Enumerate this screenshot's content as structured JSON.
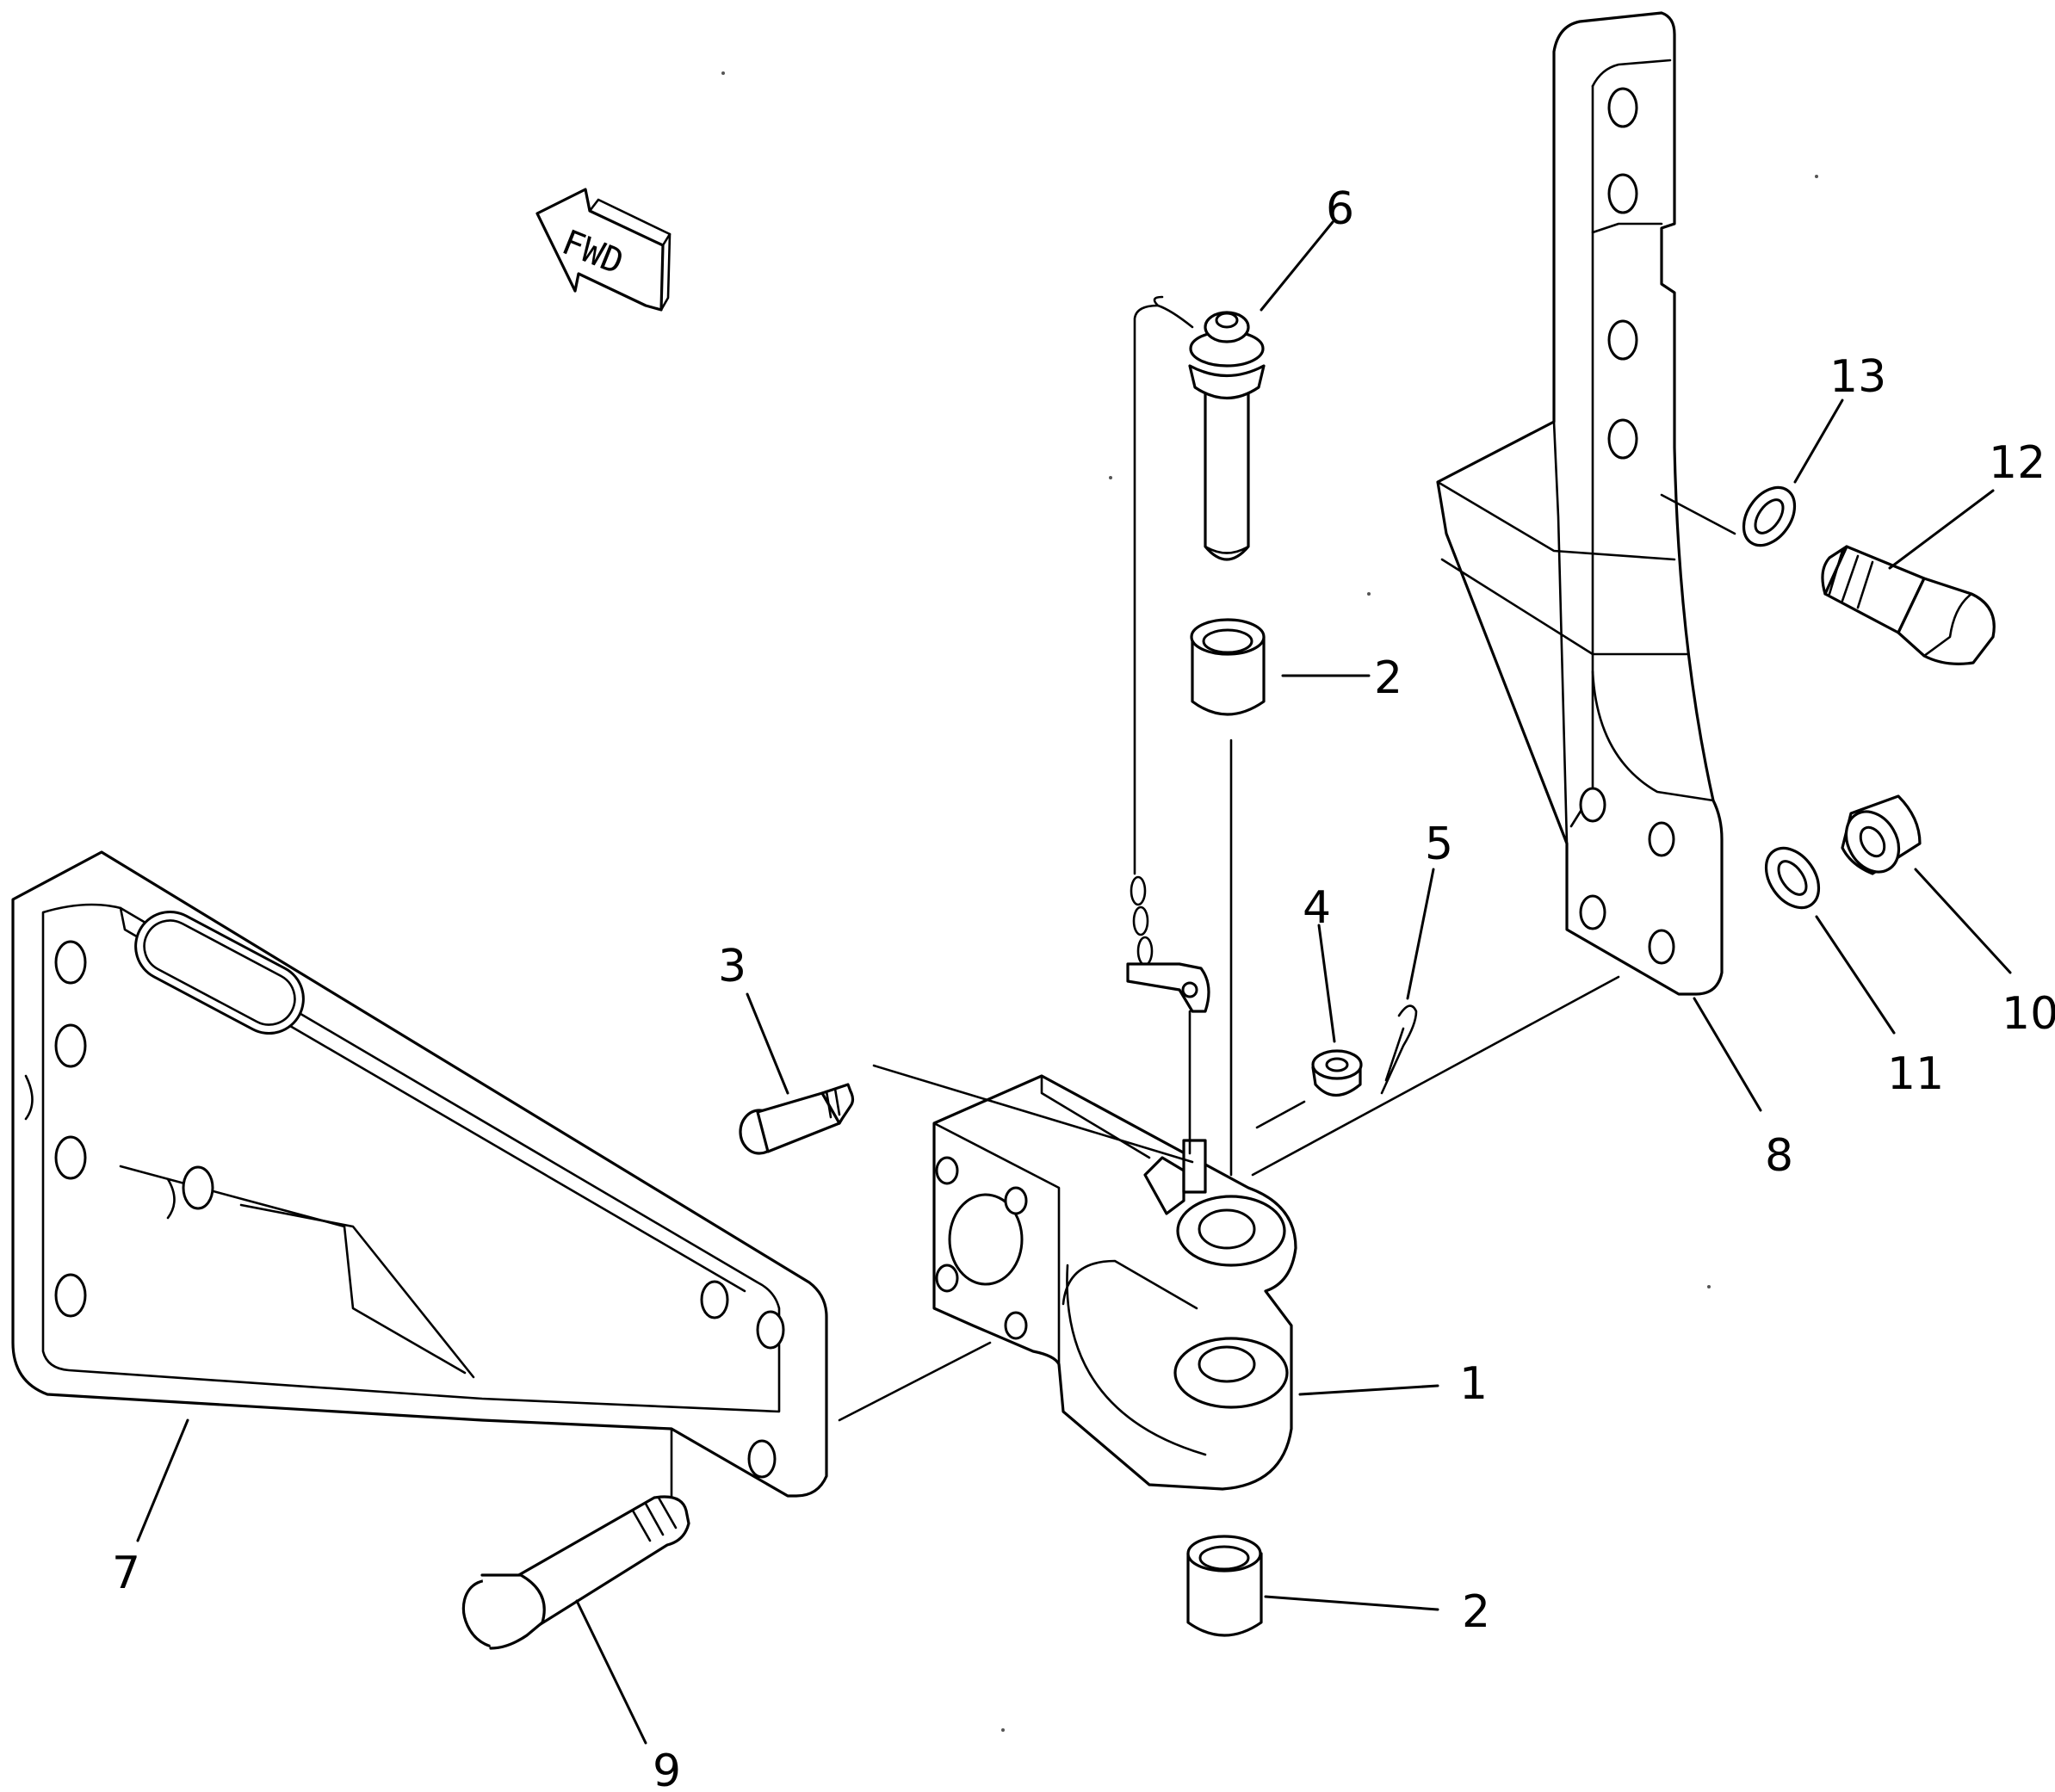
{
  "diagram": {
    "direction_indicator": {
      "text": "FWD"
    },
    "callouts": [
      {
        "id": "c1",
        "label": "1"
      },
      {
        "id": "c2a",
        "label": "2"
      },
      {
        "id": "c2b",
        "label": "2"
      },
      {
        "id": "c3",
        "label": "3"
      },
      {
        "id": "c4",
        "label": "4"
      },
      {
        "id": "c5",
        "label": "5"
      },
      {
        "id": "c6",
        "label": "6"
      },
      {
        "id": "c7",
        "label": "7"
      },
      {
        "id": "c8",
        "label": "8"
      },
      {
        "id": "c9",
        "label": "9"
      },
      {
        "id": "c10",
        "label": "10"
      },
      {
        "id": "c11",
        "label": "11"
      },
      {
        "id": "c12",
        "label": "12"
      },
      {
        "id": "c13",
        "label": "13"
      }
    ]
  }
}
